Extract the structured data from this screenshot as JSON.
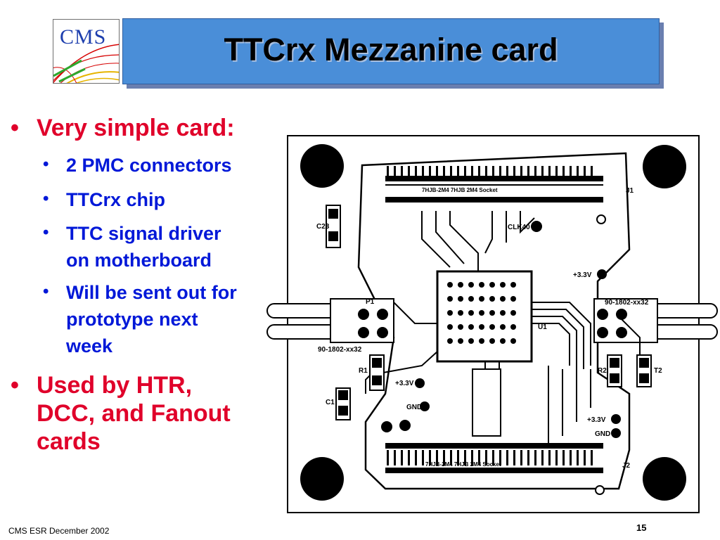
{
  "logo": {
    "text": "CMS"
  },
  "title": "TTCrx Mezzanine card",
  "bullets": [
    {
      "text": "Very simple card:",
      "level": 1
    },
    {
      "text": "2 PMC connectors",
      "level": 2
    },
    {
      "text": "TTCrx chip",
      "level": 2
    },
    {
      "text": "TTC signal driver on motherboard",
      "lines": [
        "TTC signal driver",
        "on motherboard"
      ],
      "level": 2
    },
    {
      "text": "Will be sent out for prototype next week",
      "lines": [
        "Will be sent out for",
        "prototype next",
        "week"
      ],
      "level": 2
    },
    {
      "text": "Used by HTR, DCC, and Fanout cards",
      "lines": [
        "Used by HTR,",
        "DCC, and Fanout",
        "cards"
      ],
      "level": 1
    }
  ],
  "bullet_glyph": "•",
  "pcb_labels": {
    "j1": "J1",
    "j2": "J2",
    "clk": "CLK40",
    "p33_a": "+3.3V",
    "p33_b": "+3.3V",
    "p33_c": "+3.3V",
    "gnd_a": "GND",
    "gnd_b": "GND",
    "part_left": "90-1802-xx32",
    "part_right": "90-1802-xx32",
    "p1": "P1",
    "c23": "C23",
    "r1": "R1",
    "c1": "C1",
    "r2": "R2",
    "u1": "U1",
    "t2": "T2",
    "conn_top": "7HJB-2M4 7HJB 2M4 Socket",
    "conn_bottom": "7HJB-2M4 7HJB 2M4 Socket"
  },
  "footer": {
    "left": "CMS ESR December 2002",
    "page": "15"
  },
  "colors": {
    "title_bg": "#4a8ed8",
    "red_text": "#e0002a",
    "blue_text": "#0018d8"
  }
}
